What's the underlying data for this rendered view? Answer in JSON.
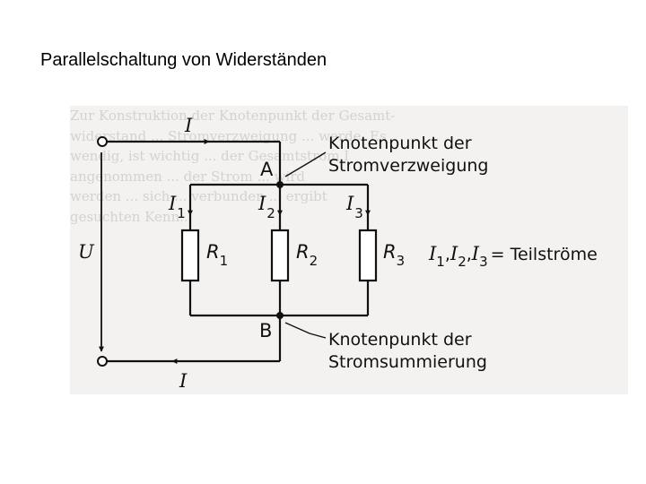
{
  "title": "Parallelschaltung von Widerständen",
  "background_text": [
    "Zur Konstruktion der Knotenpunkt der Gesamt-",
    "widerstand ... Stromverzweigung ... werde. Es",
    "wendig, ist wichtig ... der Gesamtstrom I",
    "angenommen ... der Strom ... wird",
    "werden ... sich ... verbunden ... ergibt",
    "gesuchten Kenn..."
  ],
  "diagram": {
    "current_total": "I",
    "current_total_bottom": "I",
    "voltage": "U",
    "node_a": "A",
    "node_b": "B",
    "branch_currents": [
      {
        "symbol": "I",
        "index": "1"
      },
      {
        "symbol": "I",
        "index": "2"
      },
      {
        "symbol": "I",
        "index": "3"
      }
    ],
    "resistors": [
      {
        "symbol": "R",
        "index": "1"
      },
      {
        "symbol": "R",
        "index": "2"
      },
      {
        "symbol": "R",
        "index": "3"
      }
    ],
    "partial_currents_note": {
      "index_1": "1",
      "index_2": "2",
      "index_3": "3",
      "text": "= Teilströme"
    },
    "node_a_note": [
      "Knotenpunkt der",
      "Stromverzweigung"
    ],
    "node_b_note": [
      "Knotenpunkt der",
      "Stromsummierung"
    ]
  }
}
